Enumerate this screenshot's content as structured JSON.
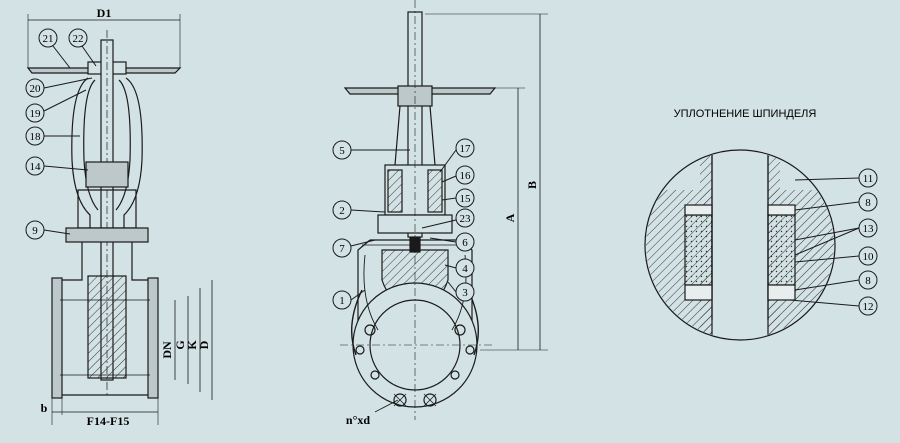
{
  "colors": {
    "background": "#d3e2e4",
    "line": "#1a1a1a",
    "hatch": "#333333"
  },
  "left_view": {
    "dims": {
      "D1": "D1",
      "DN": "DN",
      "G": "G",
      "K": "K",
      "D": "D",
      "b": "b",
      "F": "F14-F15"
    },
    "callouts": [
      "21",
      "22",
      "20",
      "19",
      "18",
      "14",
      "9"
    ]
  },
  "middle_view": {
    "dims": {
      "A": "A",
      "B": "B",
      "nxd": "n°xd"
    },
    "callouts": [
      "5",
      "17",
      "16",
      "15",
      "2",
      "23",
      "7",
      "6",
      "4",
      "1",
      "3"
    ]
  },
  "detail_view": {
    "title": "УПЛОТНЕНИЕ ШПИНДЕЛЯ",
    "callouts": [
      "11",
      "8",
      "13",
      "10",
      "8",
      "12"
    ]
  }
}
